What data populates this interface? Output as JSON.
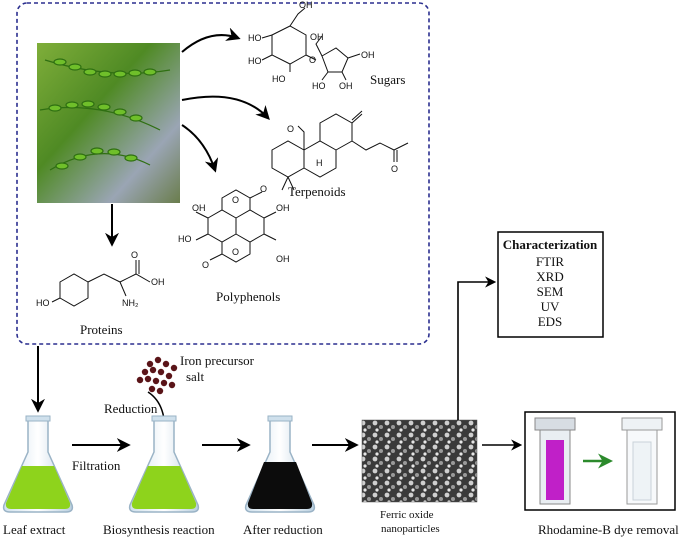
{
  "plant": {
    "molecules": {
      "sugars": "Sugars",
      "terpenoids": "Terpenoids",
      "polyphenols": "Polyphenols",
      "proteins": "Proteins"
    },
    "atoms": {
      "oh": "OH",
      "ho": "HO",
      "o": "O",
      "nh2": "NH₂",
      "h": "H"
    }
  },
  "process": {
    "leaf_extract": "Leaf extract",
    "filtration": "Filtration",
    "iron_precursor_line1": "Iron precursor",
    "iron_precursor_line2": "salt",
    "reduction": "Reduction",
    "biosynthesis": "Biosynthesis reaction",
    "after_reduction": "After reduction",
    "nanoparticles_line1": "Ferric oxide",
    "nanoparticles_line2": "nanoparticles",
    "dye_removal": "Rhodamine-B dye removal"
  },
  "characterization": {
    "title": "Characterization",
    "items": [
      "FTIR",
      "XRD",
      "SEM",
      "UV",
      "EDS"
    ]
  },
  "colors": {
    "dashed_border": "#2b2f8f",
    "extract_green": "#8ed31c",
    "black_solution": "#0c0c0c",
    "rhodamine_magenta": "#c020c8",
    "green_arrow": "#2c8a2c"
  }
}
